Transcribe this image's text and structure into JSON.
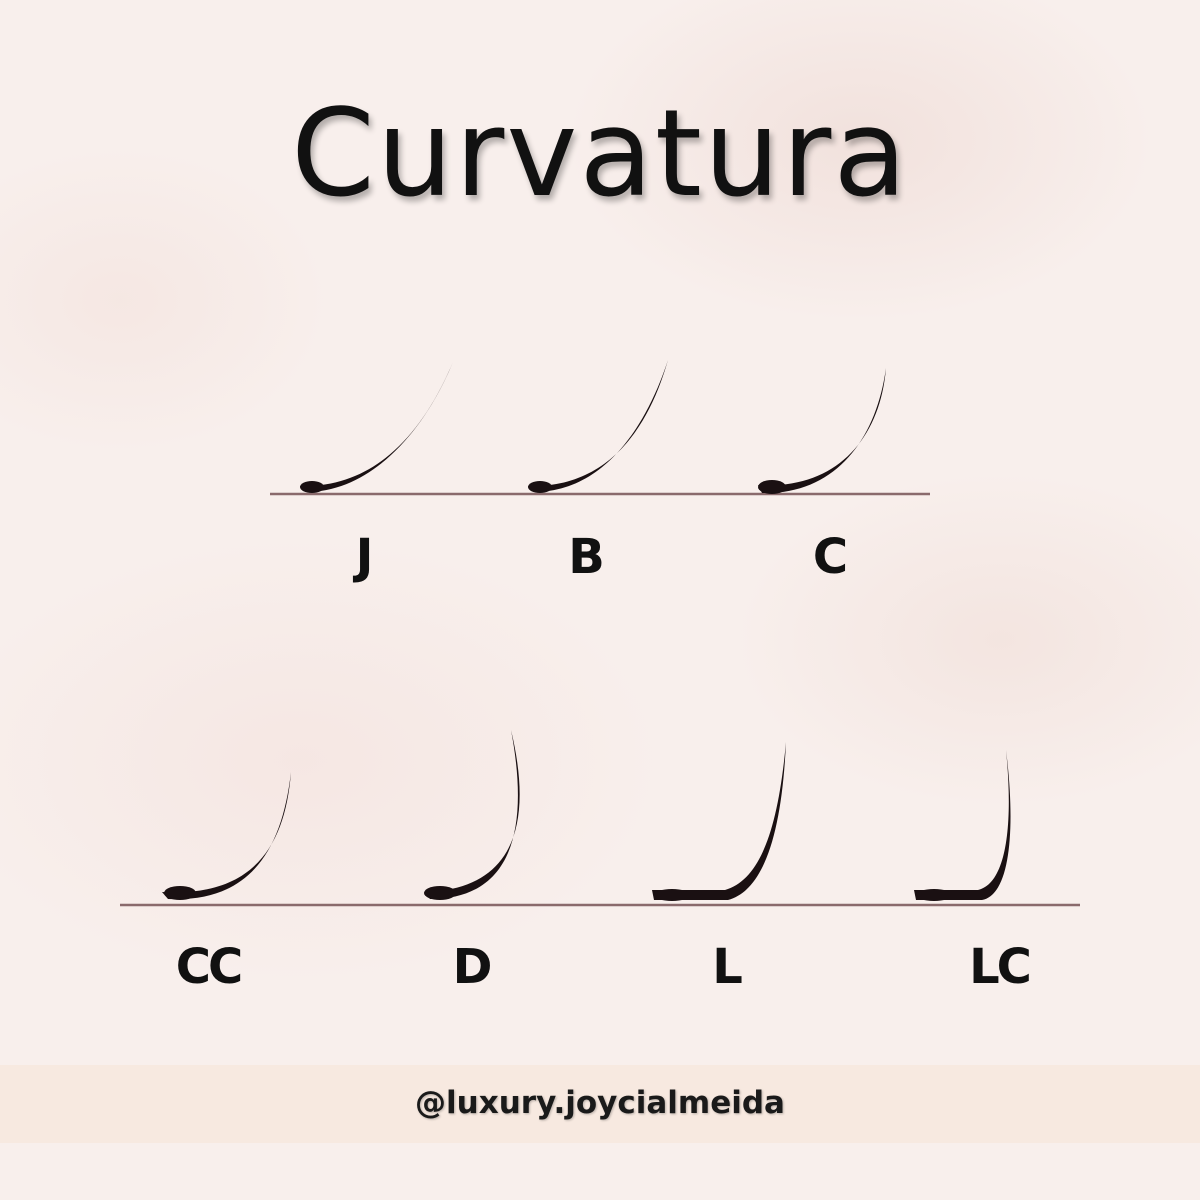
{
  "title": "Curvatura",
  "curls": {
    "row1": [
      {
        "label": "J",
        "id": "j"
      },
      {
        "label": "B",
        "id": "b"
      },
      {
        "label": "C",
        "id": "c"
      }
    ],
    "row2": [
      {
        "label": "CC",
        "id": "cc"
      },
      {
        "label": "D",
        "id": "d"
      },
      {
        "label": "L",
        "id": "l"
      },
      {
        "label": "LC",
        "id": "lc"
      }
    ]
  },
  "footer": {
    "handle": "@luxury.joycialmeida"
  },
  "colors": {
    "background": "#f8efec",
    "lash": "#1a1012",
    "baseline": "#8a6a6c",
    "footer_band": "#f7e9e0",
    "text": "#111111"
  }
}
